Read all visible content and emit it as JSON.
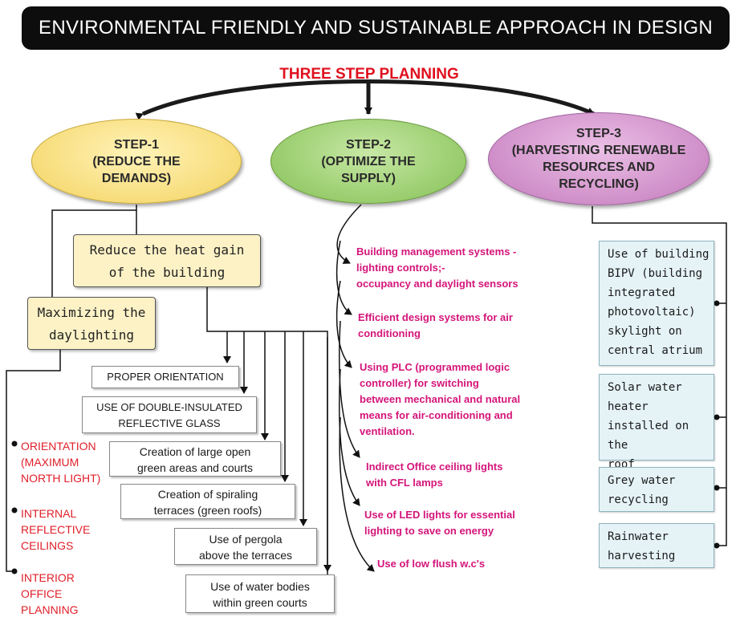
{
  "title": "ENVIRONMENTAL FRIENDLY AND SUSTAINABLE APPROACH IN DESIGN",
  "subtitle": "THREE STEP PLANNING",
  "steps": [
    {
      "lines": [
        "STEP-1",
        "(REDUCE THE",
        "DEMANDS)"
      ]
    },
    {
      "lines": [
        "STEP-2",
        "(OPTIMIZE THE",
        "SUPPLY)"
      ]
    },
    {
      "lines": [
        "STEP-3",
        "(HARVESTING RENEWABLE",
        "RESOURCES AND",
        "RECYCLING)"
      ]
    }
  ],
  "step1": {
    "heat_gain": [
      "Reduce the heat gain",
      "of the building"
    ],
    "daylighting": [
      "Maximizing the",
      "daylighting"
    ],
    "heat_items": [
      [
        "PROPER ORIENTATION"
      ],
      [
        "USE OF DOUBLE-INSULATED",
        "REFLECTIVE GLASS"
      ],
      [
        "Creation of large open",
        "green areas and courts"
      ],
      [
        "Creation of spiraling",
        "terraces (green roofs)"
      ],
      [
        "Use of pergola",
        "above the terraces"
      ],
      [
        "Use of water bodies",
        "within green courts"
      ]
    ],
    "daylight_items": [
      [
        "ORIENTATION",
        "(MAXIMUM",
        "NORTH LIGHT)"
      ],
      [
        "INTERNAL",
        "REFLECTIVE",
        "CEILINGS"
      ],
      [
        "INTERIOR",
        "OFFICE",
        "PLANNING"
      ]
    ]
  },
  "step2_items": [
    [
      "Building management systems -",
      "lighting controls;-",
      "occupancy and daylight sensors"
    ],
    [
      "Efficient design systems for air",
      "conditioning"
    ],
    [
      "Using PLC (programmed logic",
      "controller) for switching",
      "between mechanical and natural",
      "means for air-conditioning and",
      "ventilation."
    ],
    [
      "Indirect Office ceiling lights",
      "with CFL lamps"
    ],
    [
      "Use of LED lights for essential",
      "lighting to save on energy"
    ],
    [
      "Use of low flush w.c's"
    ]
  ],
  "step3_items": [
    [
      "Use of building",
      "BIPV (building",
      "integrated",
      "photovoltaic)",
      "skylight on",
      "central atrium"
    ],
    [
      "Solar water",
      "heater",
      "installed on the",
      "roof"
    ],
    [
      "Grey water",
      "recycling"
    ],
    [
      "Rainwater",
      "harvesting"
    ]
  ],
  "colors": {
    "title_bg": "#0d0d0d",
    "subtitle": "#e0101e",
    "step1": "#f7dc7a",
    "step2": "#98cc6c",
    "step3": "#cf8ec8",
    "red_text": "#e0202a",
    "magenta_text": "#d4157a",
    "blue_box": "#e5f3f7"
  }
}
